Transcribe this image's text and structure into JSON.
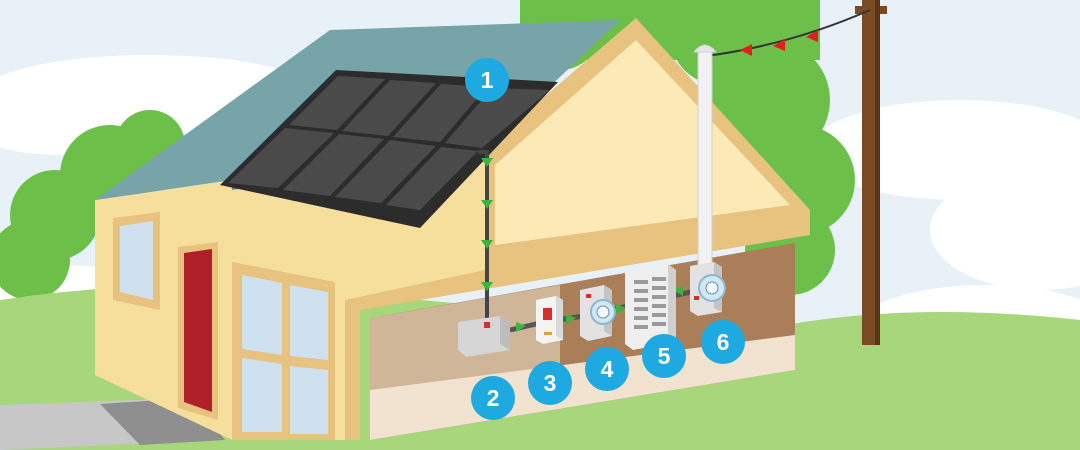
{
  "colors": {
    "sky": "#e8f1f8",
    "cloud": "#ffffff",
    "tree": "#6cc04a",
    "grass": "#a8d67a",
    "roof": "#76a4a8",
    "wall": "#f6df9c",
    "frame": "#e8c27f",
    "interior_dark": "#a97e58",
    "interior_light": "#f1e3d0",
    "attic": "#fbe9b6",
    "door": "#b0202a",
    "window": "#cfe0ef",
    "panel": "#4a4a4a",
    "pole": "#7a4a25",
    "wire": "#333333",
    "arrow_red": "#e02020",
    "arrow_green": "#3cb43c",
    "badge": "#1fa9e1",
    "badge_text": "#ffffff"
  },
  "icons": [
    "solar-panel-icon",
    "inverter-box-icon",
    "disconnect-switch-icon",
    "production-meter-icon",
    "breaker-panel-icon",
    "utility-meter-icon",
    "utility-pole-icon"
  ],
  "badges": [
    {
      "label": "1"
    },
    {
      "label": "2"
    },
    {
      "label": "3"
    },
    {
      "label": "4"
    },
    {
      "label": "5"
    },
    {
      "label": "6"
    }
  ]
}
